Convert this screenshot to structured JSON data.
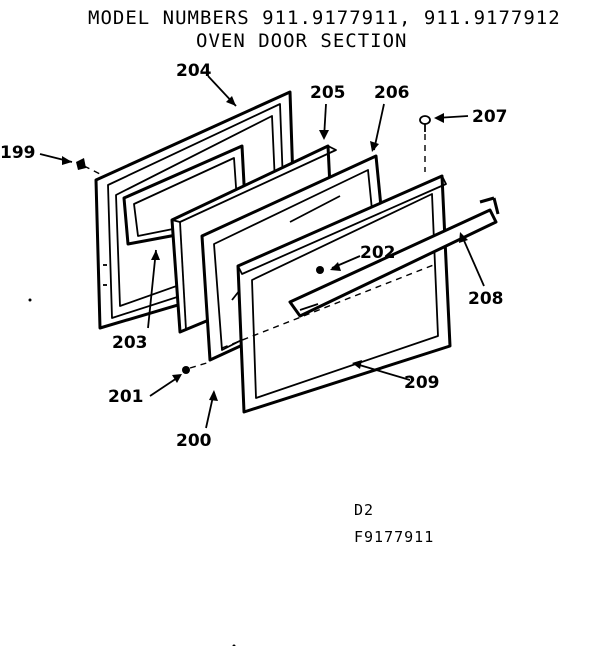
{
  "title": {
    "line1": "MODEL  NUMBERS   911.9177911,  911.9177912",
    "line2": "OVEN DOOR SECTION"
  },
  "callouts": {
    "c199": "199",
    "c200": "200",
    "c201": "201",
    "c202": "202",
    "c203": "203",
    "c204": "204",
    "c205": "205",
    "c206": "206",
    "c207": "207",
    "c208": "208",
    "c209": "209"
  },
  "reference": {
    "code1": "D2",
    "code2": "F9177911"
  },
  "colors": {
    "ink": "#000000",
    "paper": "#ffffff"
  }
}
